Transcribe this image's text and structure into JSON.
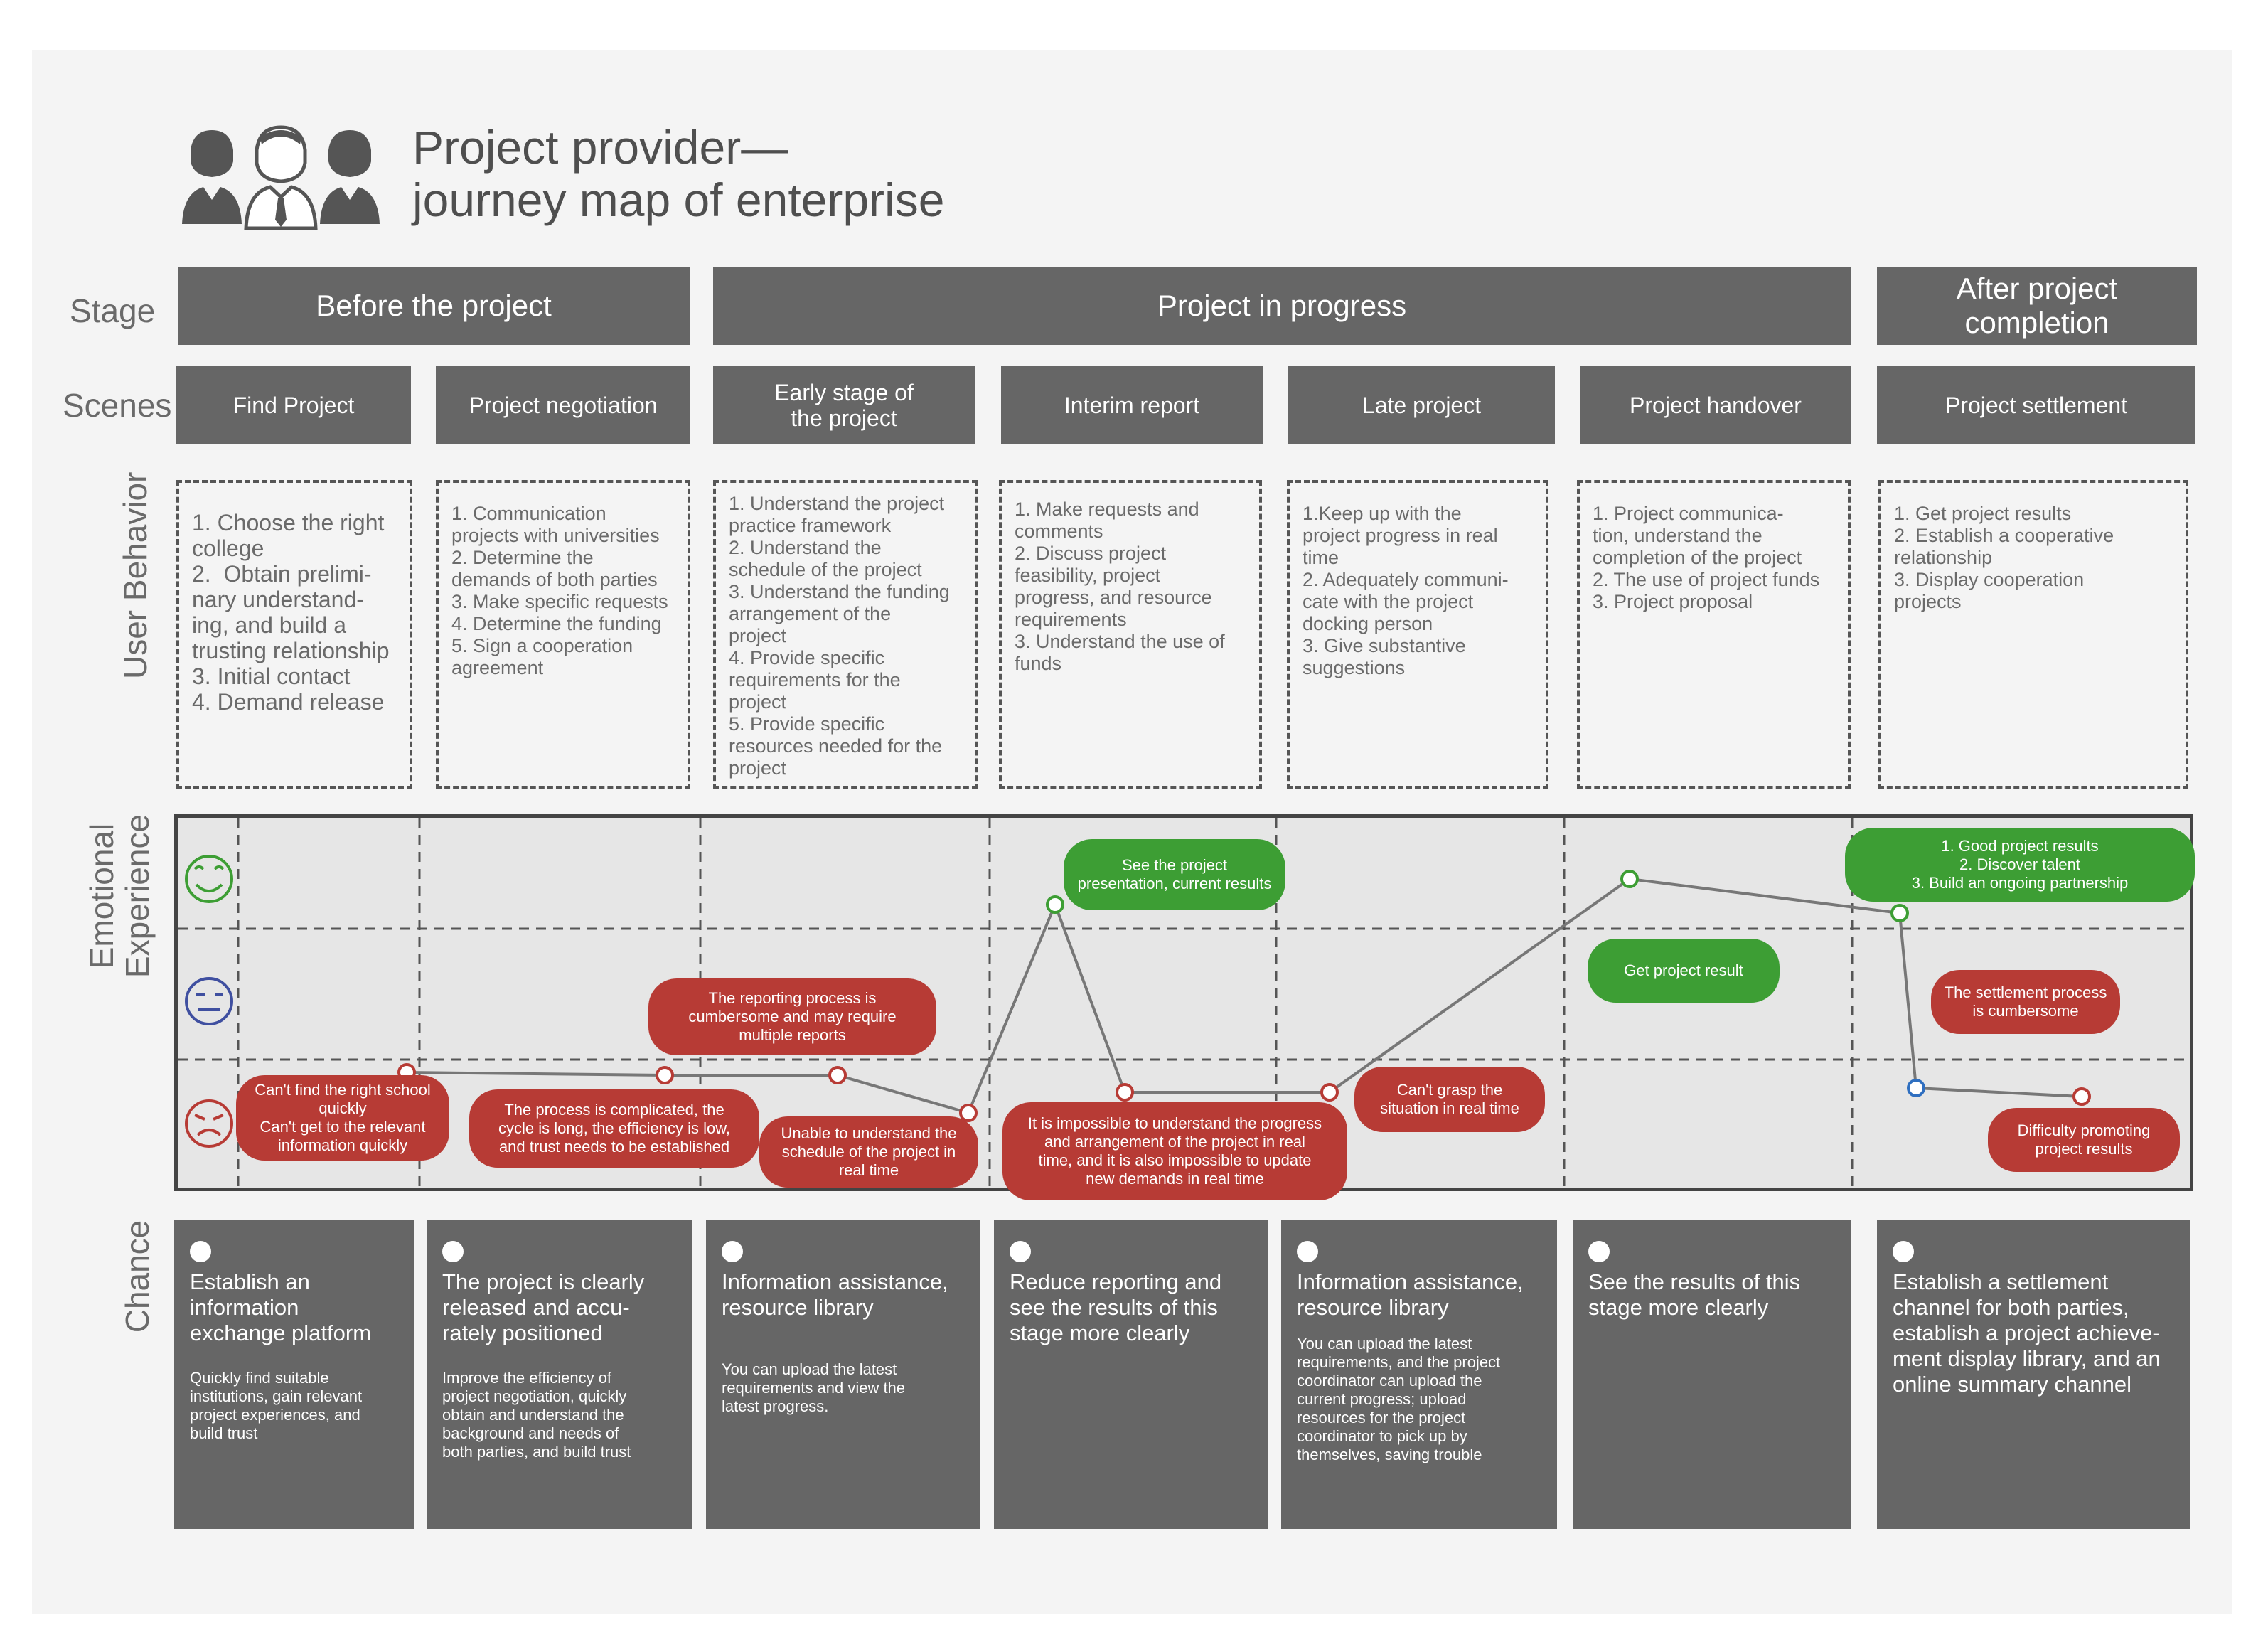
{
  "title": {
    "line1": "Project provider—",
    "line2": "journey map of enterprise"
  },
  "row_labels": {
    "stage": "Stage",
    "scenes": "Scenes",
    "user_behavior": "User Behavior",
    "emotional_line1": "Emotional",
    "emotional_line2": "Experience",
    "chance": "Chance"
  },
  "stages": [
    "Before the project",
    "Project in progress",
    "After project\ncompletion"
  ],
  "scenes": [
    "Find Project",
    "Project negotiation",
    "Early stage of\nthe project",
    "Interim report",
    "Late project",
    "Project handover",
    "Project settlement"
  ],
  "user_behavior": [
    "1. Choose the right\ncollege\n2.  Obtain prelimi-\nnary understand-\ning, and build a\ntrusting relationship\n3. Initial contact\n4. Demand release",
    "1. Communication\nprojects with universities\n2. Determine the\ndemands of both parties\n3. Make specific requests\n4. Determine the funding\n5. Sign a cooperation\nagreement",
    "1. Understand the project\npractice framework\n2. Understand the\nschedule of the project\n3. Understand the funding\narrangement of the\nproject\n4. Provide specific\nrequirements for the\nproject\n5. Provide specific\nresources needed for the\nproject",
    "1. Make requests and\ncomments\n2. Discuss project\nfeasibility, project\nprogress, and resource\nrequirements\n3. Understand the use of\nfunds",
    "1.Keep up with the\nproject progress in real\ntime\n2. Adequately communi-\ncate with the project\ndocking person\n3. Give substantive\nsuggestions",
    "1. Project communica-\ntion, understand the\ncompletion of the project\n2. The use of project funds\n3. Project proposal",
    "1. Get project results\n2. Establish a cooperative\nrelationship\n3. Display cooperation\nprojects"
  ],
  "emotion_bubbles": {
    "b1": "Can't find the right school\nquickly\nCan't get to the relevant\ninformation quickly",
    "b2": "The process is complicated, the\ncycle is long, the efficiency is low,\nand trust needs to be established",
    "b3": "The reporting process is\ncumbersome and may require\nmultiple reports",
    "b4": "Unable to understand the\nschedule of the project in\nreal time",
    "b5": "See the project\npresentation, current results",
    "b6": "It is impossible to understand the progress\nand arrangement of the project in real\ntime, and it is also impossible to update\nnew demands in real time",
    "b7": "Can't grasp the\nsituation in real time",
    "b8": "Get project result",
    "b9": "1. Good project results\n2. Discover talent\n3. Build an ongoing partnership",
    "b10": "The settlement process\nis cumbersome",
    "b11": "Difficulty promoting\nproject results"
  },
  "chances": [
    {
      "heading": "Establish an\ninformation\nexchange platform",
      "detail": "Quickly find suitable\ninstitutions, gain relevant\nproject experiences, and\nbuild trust"
    },
    {
      "heading": "The project is clearly\nreleased and accu-\nrately positioned",
      "detail": "Improve the efficiency of\nproject negotiation, quickly\nobtain and understand the\nbackground and needs of\nboth parties, and build trust"
    },
    {
      "heading": "Information assistance,\nresource library",
      "detail": "You can upload the latest\nrequirements and view the\nlatest progress."
    },
    {
      "heading": "Reduce reporting and\nsee the results of this\nstage more clearly",
      "detail": ""
    },
    {
      "heading": "Information assistance,\nresource library",
      "detail": "You can upload the latest\nrequirements, and the project\ncoordinator can upload the\ncurrent progress; upload\nresources for the project\ncoordinator to pick up by\nthemselves, saving trouble"
    },
    {
      "heading": "See the results of this\nstage more clearly",
      "detail": ""
    },
    {
      "heading": "Establish a settlement\nchannel for both parties,\nestablish a project achieve-\nment display library, and an\nonline summary channel",
      "detail": ""
    }
  ],
  "colors": {
    "bar": "#666666",
    "negative": "#b73b35",
    "positive": "#3d9e34",
    "neutral_face": "#3f4fa0"
  }
}
